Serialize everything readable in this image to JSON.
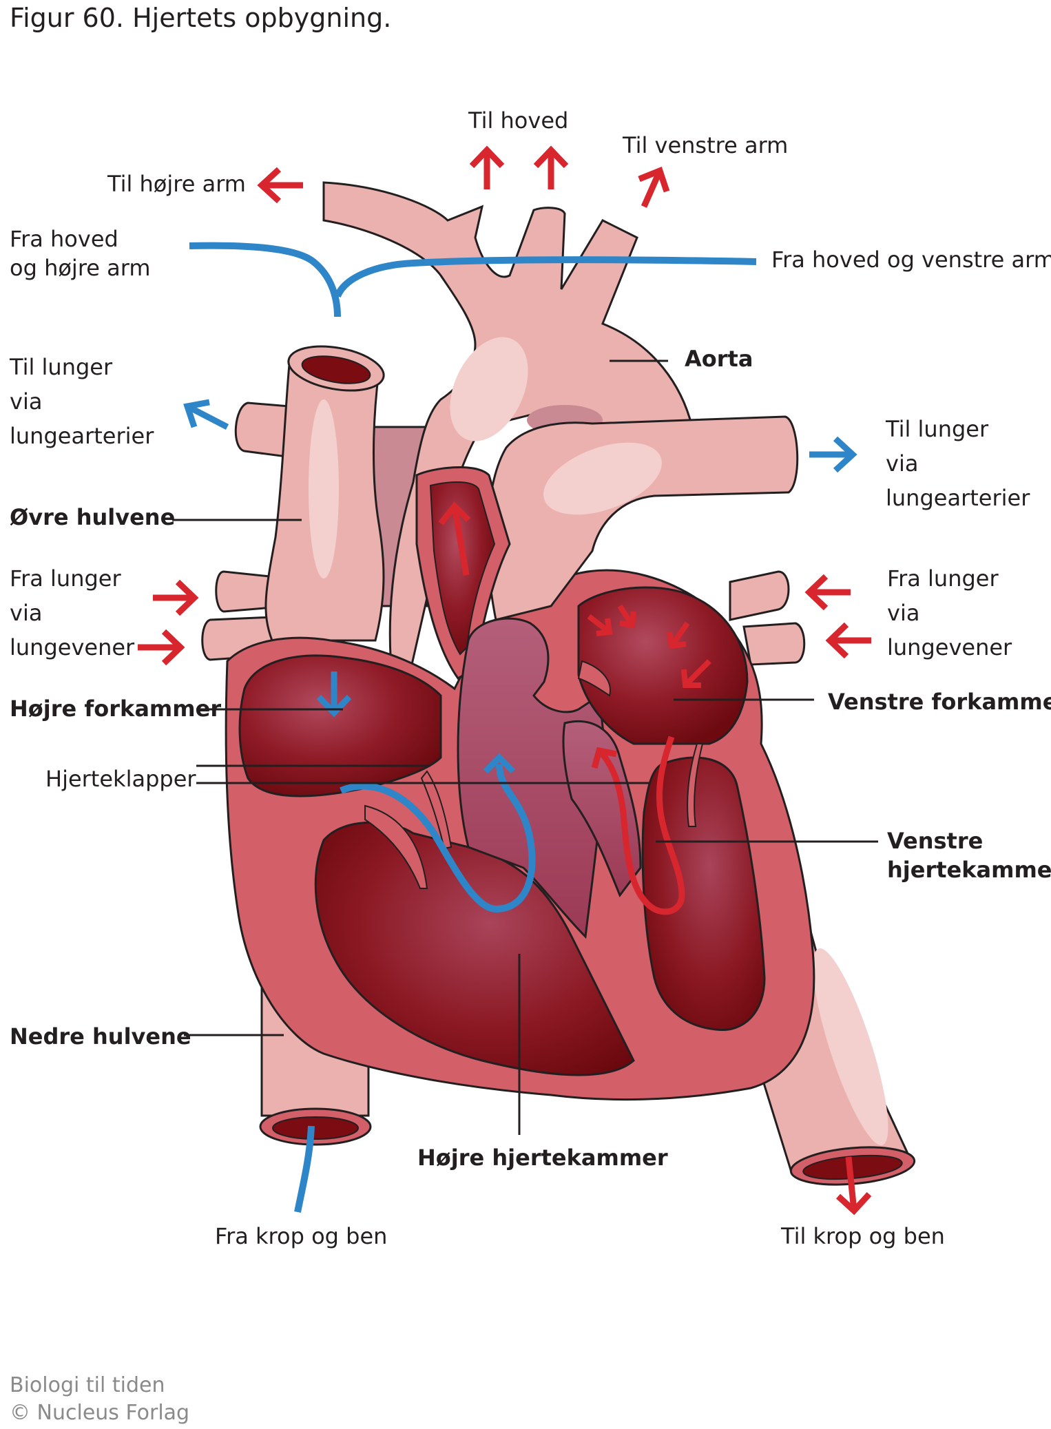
{
  "title": "Figur 60. Hjertets opbygning.",
  "labels": {
    "til_hoved": "Til hoved",
    "til_venstre_arm": "Til venstre arm",
    "til_hojre_arm": "Til højre arm",
    "fra_hoved_hojre_1": "Fra hoved",
    "fra_hoved_hojre_2": "og højre arm",
    "fra_hoved_venstre": "Fra hoved og venstre arm",
    "aorta": "Aorta",
    "til_lunger_l": [
      "Til lunger",
      "via",
      "lungearterier"
    ],
    "til_lunger_r": [
      "Til lunger",
      "via",
      "lungearterier"
    ],
    "ovre_hulvene": "Øvre hulvene",
    "fra_lunger_l": [
      "Fra lunger",
      "via",
      "lungevener"
    ],
    "fra_lunger_r": [
      "Fra lunger",
      "via",
      "lungevener"
    ],
    "hojre_forkammer": "Højre forkammer",
    "venstre_forkammer": "Venstre forkammer",
    "hjerteklapper": "Hjerteklapper",
    "venstre_hjertekammer_1": "Venstre",
    "venstre_hjertekammer_2": "hjertekammer",
    "nedre_hulvene": "Nedre hulvene",
    "hojre_hjertekammer": "Højre hjertekammer",
    "fra_krop": "Fra krop og ben",
    "til_krop": "Til krop og ben"
  },
  "footer": {
    "line1": "Biologi til tiden",
    "line2": "© Nucleus Forlag"
  },
  "colors": {
    "vessel": "#ebb1ae",
    "vessel_outline": "#231f20",
    "muscle": "#d35f68",
    "chamber_dark": "#7a0c12",
    "chamber_mid": "#9d2a37",
    "septum": "#a54f6a",
    "oxygen_rich_arrow": "#d8262e",
    "oxygen_poor_arrow": "#2e86c8",
    "leader_line": "#231f20"
  }
}
